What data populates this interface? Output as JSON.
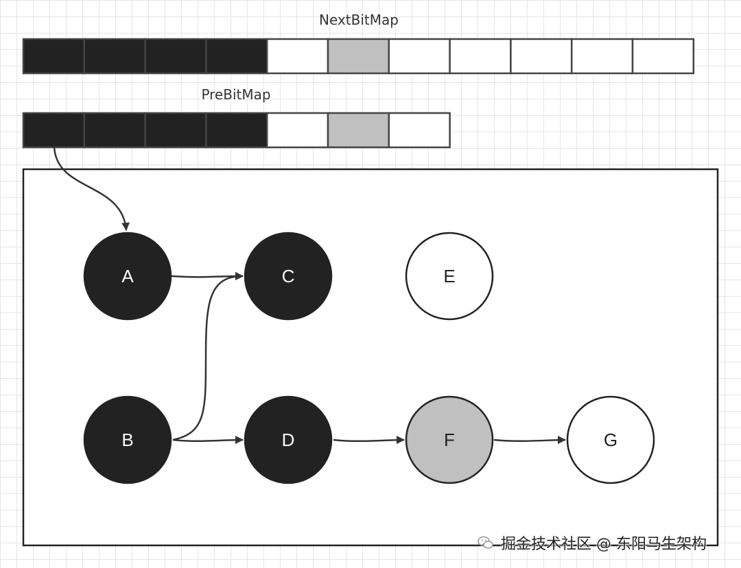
{
  "colors": {
    "marked": "#222222",
    "gray": "#c0c0c0",
    "unmarked": "#ffffff",
    "stroke": "#444444",
    "edge": "#333333"
  },
  "next_bitmap": {
    "title": "NextBitMap",
    "cells": [
      "marked",
      "marked",
      "marked",
      "marked",
      "unmarked",
      "gray",
      "unmarked",
      "unmarked",
      "unmarked",
      "unmarked",
      "unmarked"
    ]
  },
  "pre_bitmap": {
    "title": "PreBitMap",
    "cells": [
      "marked",
      "marked",
      "marked",
      "marked",
      "unmarked",
      "gray",
      "unmarked"
    ]
  },
  "nodes": [
    {
      "id": "A",
      "label": "A",
      "state": "marked"
    },
    {
      "id": "C",
      "label": "C",
      "state": "marked"
    },
    {
      "id": "E",
      "label": "E",
      "state": "unmarked"
    },
    {
      "id": "B",
      "label": "B",
      "state": "marked"
    },
    {
      "id": "D",
      "label": "D",
      "state": "marked"
    },
    {
      "id": "F",
      "label": "F",
      "state": "gray"
    },
    {
      "id": "G",
      "label": "G",
      "state": "unmarked"
    }
  ],
  "edges": [
    {
      "from": "pre-bitmap-cell-0",
      "to": "A"
    },
    {
      "from": "A",
      "to": "C"
    },
    {
      "from": "B",
      "to": "C"
    },
    {
      "from": "B",
      "to": "D"
    },
    {
      "from": "D",
      "to": "F"
    },
    {
      "from": "F",
      "to": "G"
    }
  ],
  "watermark": {
    "icon": "wechat-icon",
    "text": "掘金技术社区 @ 东阳马生架构"
  }
}
